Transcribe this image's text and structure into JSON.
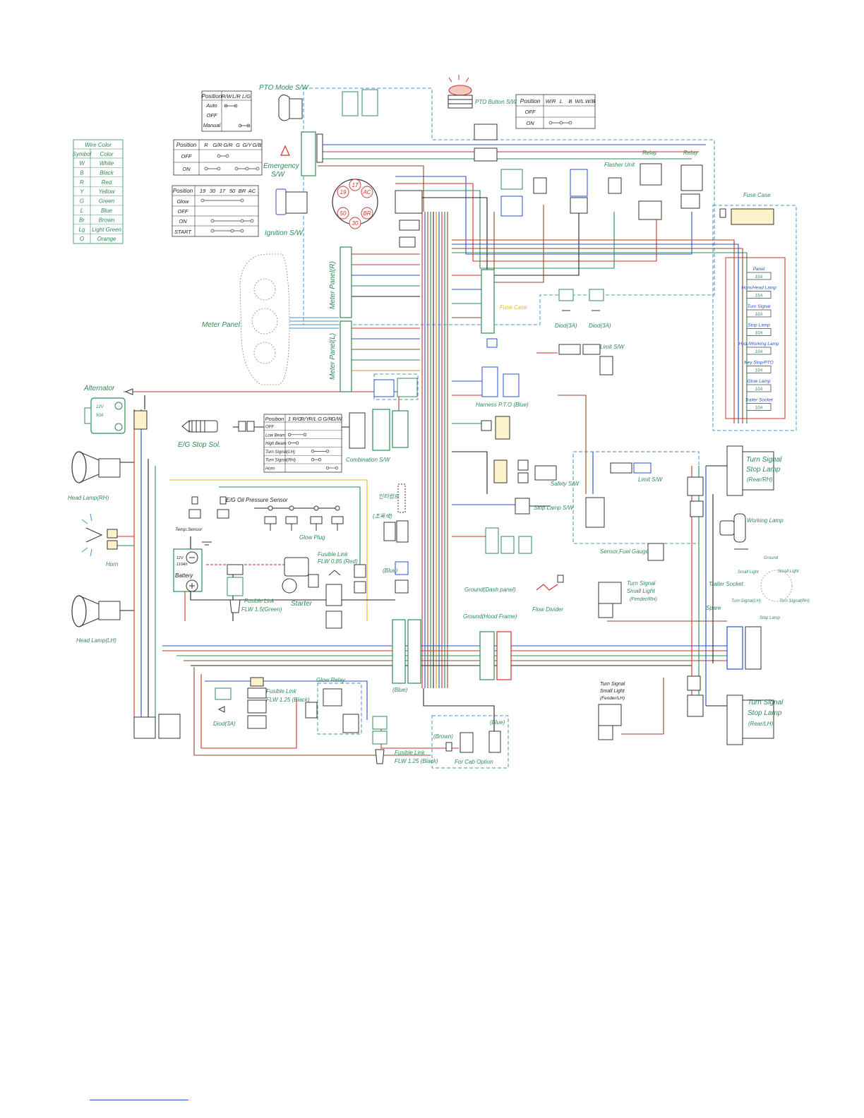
{
  "wire_color_table": {
    "title": "Wire Color",
    "headers": [
      "Symbol",
      "Color"
    ],
    "rows": [
      [
        "W",
        "White"
      ],
      [
        "B",
        "Black"
      ],
      [
        "R",
        "Red"
      ],
      [
        "Y",
        "Yellow"
      ],
      [
        "G",
        "Green"
      ],
      [
        "L",
        "Blue"
      ],
      [
        "Br",
        "Brown"
      ],
      [
        "Lg",
        "Light Green"
      ],
      [
        "O",
        "Orange"
      ]
    ]
  },
  "pto_mode_table": {
    "headers": [
      "Position",
      "R/W",
      "L/R",
      "L/G"
    ],
    "rows": [
      "Auto",
      "OFF",
      "Manual"
    ]
  },
  "emergency_table": {
    "headers": [
      "Position",
      "R",
      "G/R",
      "G/R",
      "G",
      "G/Y",
      "G/B"
    ],
    "rows": [
      "OFF",
      "ON"
    ]
  },
  "ignition_table": {
    "headers": [
      "Position",
      "19",
      "30",
      "17",
      "50",
      "BR",
      "AC"
    ],
    "rows": [
      "Glow",
      "OFF",
      "ON",
      "START"
    ]
  },
  "pto_button_table": {
    "headers": [
      "Position",
      "W/R",
      "L",
      "B",
      "W/L",
      "W/B"
    ],
    "rows": [
      "OFF",
      "ON"
    ]
  },
  "combination_table": {
    "headers": [
      "Position",
      "1",
      "R/G",
      "R/Y",
      "R/L",
      "G",
      "G/R",
      "G/W"
    ],
    "rows": [
      "OFF",
      "Low Beam",
      "High Beam",
      "Turn Signal(LH)",
      "Turn Signal(RH)",
      "Horn"
    ]
  },
  "ignition_terminals": [
    "17",
    "19",
    "AC",
    "50",
    "BR",
    "30"
  ],
  "labels": {
    "pto_mode": "PTO Mode S/W",
    "pto_button": "PTO Button S/W",
    "emergency": "Emergency",
    "emergency2": "S/W",
    "ignition": "Ignition S/W",
    "relay1": "Relay",
    "relay2": "Relay",
    "flasher": "Flasher Unit",
    "fuse_case_right": "Fuse Case",
    "meter_panel_r": "Meter Panel(R)",
    "meter_panel_l": "Meter Panel(L)",
    "meter_panel": "Meter Panel",
    "fuse_case_mid": "Fuse Case",
    "diod1": "Diod(3A)",
    "diod2": "Diod(3A)",
    "limit_sw1": "Limit S/W",
    "limit_sw2": "Limit S/W",
    "harness_pto": "Harness P.T.O (Blue)",
    "alternator": "Alternator",
    "alt_12v": "12V",
    "alt_50a": "50A",
    "eg_stop": "E/G Stop Sol.",
    "head_lamp_rh": "Head Lamp(RH)",
    "head_lamp_lh": "Head Lamp(LH)",
    "horn": "Horn",
    "combination_sw": "Combination S/W",
    "oil_sensor": "E/G Oil Pressure Sensor",
    "temp_sensor": "Temp.Sensor",
    "glow_plug": "Glow Plug",
    "battery": "Battery",
    "bat_12v": "12V",
    "bat_110": "110Ah",
    "fusible_085": "Fusible Link",
    "fusible_085b": "FLW 0.85 (Red)",
    "fusible_15": "Fusible Link",
    "fusible_15b": "FLW 1.5(Green)",
    "starter": "Starter",
    "safety_sw": "Safety S/W",
    "stop_lamp_sw": "Stop Lamp S/W",
    "ground_dash": "Ground(Dash panel)",
    "ground_hood": "Ground(Hood Frame)",
    "flow_divider": "Flow Divider",
    "sensor_fuel": "Sensor,Fuel Gauge",
    "ts_rear_rh1": "Turn Signal",
    "ts_rear_rh2": "Stop Lamp",
    "ts_rear_rh3": "(Rear/RH)",
    "working_lamp": "Working Lamp",
    "trailer_socket": "Trailer Socket",
    "spare": "Spare",
    "ts_fender_rh1": "Turn Signal",
    "ts_fender_rh2": "Small Light",
    "ts_fender_rh3": "(Fender/RH)",
    "ts_fender_lh1": "Turn Signal",
    "ts_fender_lh2": "Small Light",
    "ts_fender_lh3": "(Fender/LH)",
    "ts_rear_lh1": "Turn Signal",
    "ts_rear_lh2": "Stop Lamp",
    "ts_rear_lh3": "(Rear/LH)",
    "glow_relay": "Glow Relay",
    "diod_bottom": "Diod(3A)",
    "fusible_125a": "Fusible Link",
    "fusible_125a2": "FLW 1.25 (Black)",
    "fusible_125b": "Fusible Link",
    "fusible_125b2": "FLW 1.25 (Black)",
    "cab_option": "For Cab Option",
    "brown": "(Brown)",
    "blue1": "(Blue)",
    "blue2": "(Blue)",
    "blue3": "(Blue)",
    "korean1": "인터럽트",
    "korean2": "(조록색)",
    "ground_tag": "Ground",
    "small_light1": "Small Light",
    "small_light2": "Small Light",
    "turn_lh": "Turn Signal(LH)",
    "turn_rh": "Turn Signal(RH)",
    "stop_lamp": "Stop Lamp"
  },
  "fuse_list": [
    {
      "name": "Panel",
      "rating": "10A"
    },
    {
      "name": "Horn/Head Lamp",
      "rating": "15A"
    },
    {
      "name": "Turn Signal",
      "rating": "10A"
    },
    {
      "name": "Stop Lamp",
      "rating": "10A"
    },
    {
      "name": "Hyd./Working Lamp",
      "rating": "10A"
    },
    {
      "name": "Key Stop/PTO",
      "rating": "10A"
    },
    {
      "name": "Glow Lamp",
      "rating": "10A"
    },
    {
      "name": "Trailer Socket",
      "rating": "10A"
    }
  ],
  "colors": {
    "green": "#2e8b57",
    "blue": "#2a4fd0",
    "red": "#d0302a",
    "brown": "#8b4a2b",
    "orange": "#e08a20",
    "yellow": "#d8c020",
    "dash": "#4a90c8",
    "black": "#222222"
  }
}
